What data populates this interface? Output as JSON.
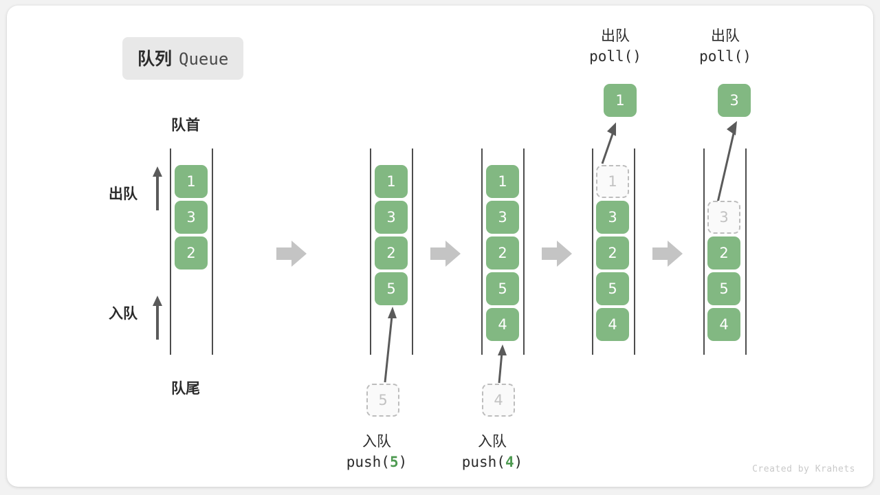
{
  "title": {
    "cn": "队列",
    "en": "Queue"
  },
  "labels": {
    "head": "队首",
    "tail": "队尾",
    "dequeue": "出队",
    "enqueue": "入队"
  },
  "watermark": "Created by Krahets",
  "colors": {
    "cell_fill": "#82b882",
    "cell_text": "#ffffff",
    "ghost_fill": "#fafafa",
    "ghost_border": "#bdbdbd",
    "ghost_text": "#c2c2c2",
    "rail": "#4d4d4d",
    "arrow": "#5a5a5a",
    "step_arrow": "#c4c4c4",
    "accent_green": "#4e9a51",
    "badge_bg": "#e8e8e8",
    "card_bg": "#ffffff",
    "page_bg": "#f2f2f2"
  },
  "stages": [
    {
      "name": "initial",
      "cells": [
        "1",
        "3",
        "2"
      ],
      "ghost_index": -1
    },
    {
      "name": "after-push-5",
      "cells": [
        "1",
        "3",
        "2",
        "5"
      ],
      "ghost_index": -1,
      "incoming": "5",
      "caption": {
        "line1": "入队",
        "call_prefix": "push(",
        "value": "5",
        "call_suffix": ")"
      }
    },
    {
      "name": "after-push-4",
      "cells": [
        "1",
        "3",
        "2",
        "5",
        "4"
      ],
      "ghost_index": -1,
      "incoming": "4",
      "caption": {
        "line1": "入队",
        "call_prefix": "push(",
        "value": "4",
        "call_suffix": ")"
      }
    },
    {
      "name": "after-poll-1",
      "cells": [
        "1",
        "3",
        "2",
        "5",
        "4"
      ],
      "ghost_index": 0,
      "outgoing": "1",
      "caption": {
        "line1": "出队",
        "call_prefix": "poll(",
        "value": "",
        "call_suffix": ")"
      }
    },
    {
      "name": "after-poll-3",
      "cells": [
        "",
        "3",
        "2",
        "5",
        "4"
      ],
      "ghost_index": 1,
      "outgoing": "3",
      "caption": {
        "line1": "出队",
        "call_prefix": "poll(",
        "value": "",
        "call_suffix": ")"
      }
    }
  ],
  "step_arrow_count": 4
}
